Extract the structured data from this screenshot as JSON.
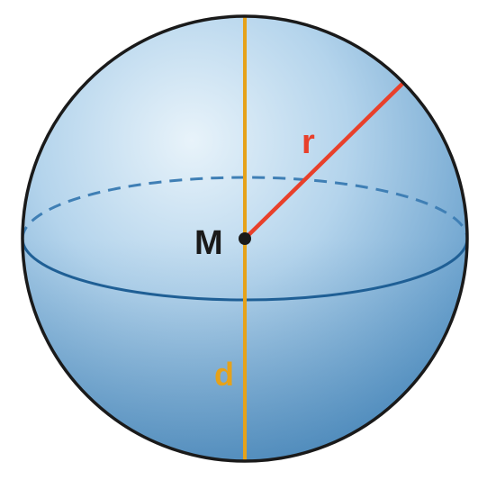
{
  "labels": {
    "center": "M",
    "radius": "r",
    "diameter": "d"
  },
  "colors": {
    "sphere_light": "#dcecf7",
    "sphere_mid": "#9cc4e2",
    "sphere_dark": "#4f8dbf",
    "outline": "#1a1a1a",
    "equator": "#1f5f95",
    "diameter_line": "#e6a21a",
    "radius_line": "#e8402b",
    "label_dark": "#1a1a1a"
  }
}
